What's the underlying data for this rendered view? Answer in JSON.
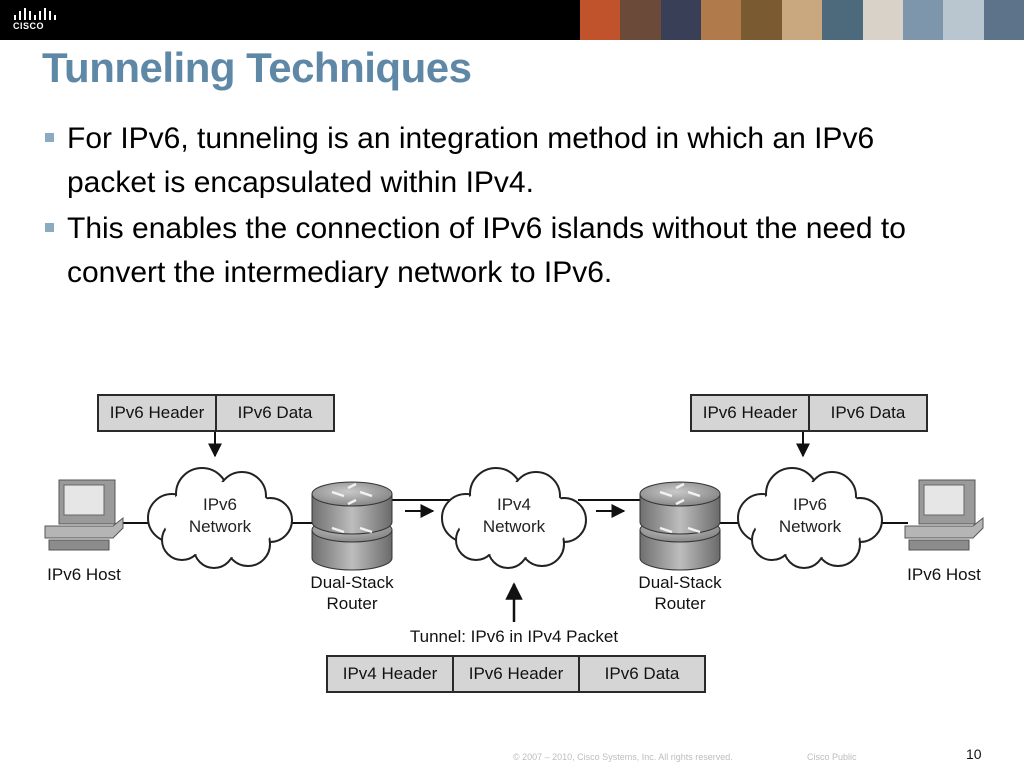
{
  "header": {
    "logo_text": "CISCO",
    "photo_colors": [
      "#c0532b",
      "#6b4a3a",
      "#3a3f58",
      "#b07a4a",
      "#7a5a30",
      "#c9a880",
      "#4d6a7d",
      "#d9d2c8",
      "#7e96ab",
      "#b9c6cf",
      "#5c738a"
    ]
  },
  "title": "Tunneling Techniques",
  "bullets": [
    {
      "text": "For IPv6, tunneling is an integration method in which an IPv6 packet is encapsulated within IPv4."
    },
    {
      "text": "This enables the connection of IPv6 islands without the need to convert the intermediary network to IPv6."
    }
  ],
  "diagram": {
    "left_packet": {
      "cells": [
        "IPv6 Header",
        "IPv6 Data"
      ]
    },
    "right_packet": {
      "cells": [
        "IPv6 Header",
        "IPv6 Data"
      ]
    },
    "tunnel_packet": {
      "cells": [
        "IPv4 Header",
        "IPv6 Header",
        "IPv6 Data"
      ]
    },
    "tunnel_label": "Tunnel: IPv6 in IPv4 Packet",
    "left_cloud": {
      "line1": "IPv6",
      "line2": "Network"
    },
    "center_cloud": {
      "line1": "IPv4",
      "line2": "Network"
    },
    "right_cloud": {
      "line1": "IPv6",
      "line2": "Network"
    },
    "left_host": "IPv6 Host",
    "right_host": "IPv6 Host",
    "left_router": {
      "line1": "Dual-Stack",
      "line2": "Router"
    },
    "right_router": {
      "line1": "Dual-Stack",
      "line2": "Router"
    }
  },
  "footer": {
    "copyright": "© 2007 – 2010, Cisco Systems, Inc. All rights reserved.",
    "classification": "Cisco Public",
    "page_number": "10"
  }
}
